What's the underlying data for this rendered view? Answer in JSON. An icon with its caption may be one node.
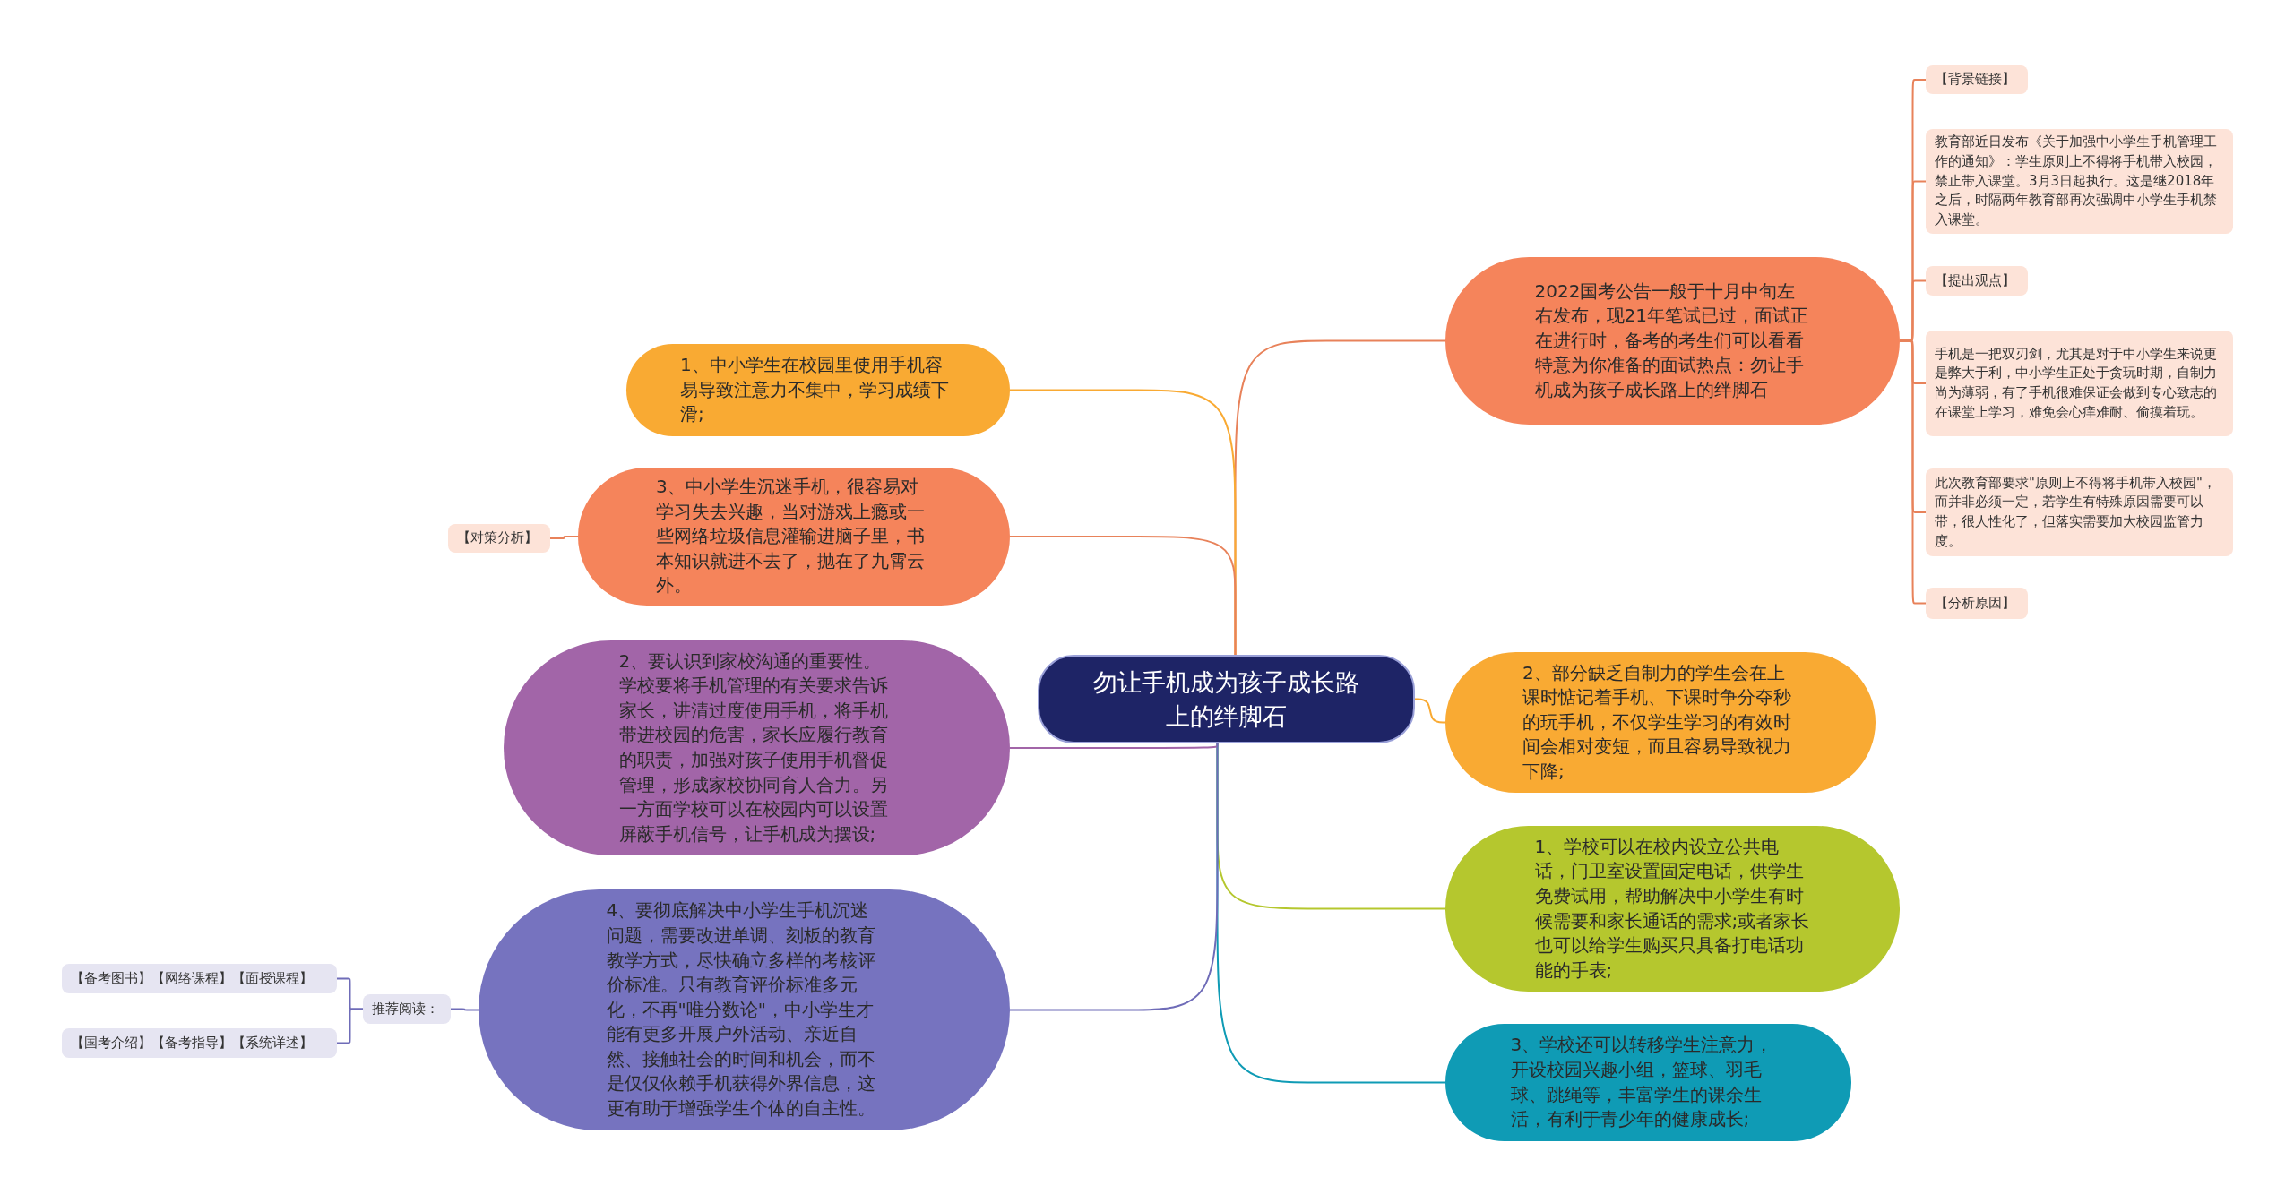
{
  "diagram": {
    "nodes": [
      {
        "text": [
          "勿让手机成为孩子成长路上的绊脚石"
        ]
      },
      {
        "text": [
          "2022国考公告一般于十月中旬左右发布，现21年笔试已过，面试正在进行时，备考的考生们可以看看特意为你准备的面试热点：勿让手机成为孩子成长路上的绊脚石"
        ]
      },
      {
        "text": [
          "2、部分缺乏自制力的学生会在上课时惦记着手机、下课时争分夺秒的玩手机，不仅学生学习的有效时间会相对变短，而且容易导致视力下降;"
        ]
      },
      {
        "text": [
          "1、学校可以在校内设立公共电话，门卫室设置固定电话，供学生免费试用，帮助解决中小学生有时候需要和家长通话的需求;或者家长也可以给学生购买只具备打电话功能的手表;"
        ]
      },
      {
        "text": [
          "3、学校还可以转移学生注意力，开设校园兴趣小组，篮球、羽毛球、跳绳等，丰富学生的课余生活，有利于青少年的健康成长;"
        ]
      },
      {
        "text": [
          "1、中小学生在校园里使用手机容易导致注意力不集中，学习成绩下滑;"
        ]
      },
      {
        "text": [
          "3、中小学生沉迷手机，很容易对学习失去兴趣，当对游戏上瘾或一些网络垃圾信息灌输进脑子里，书本知识就进不去了，抛在了九霄云外。"
        ]
      },
      {
        "text": [
          "2、要认识到家校沟通的重要性。学校要将手机管理的有关要求告诉家长，讲清过度使用手机，将手机带进校园的危害，家长应履行教育的职责，加强对孩子使用手机督促管理，形成家校协同育人合力。另一方面学校可以在校园内可以设置屏蔽手机信号，让手机成为摆设;"
        ]
      },
      {
        "text": [
          "4、要彻底解决中小学生手机沉迷问题，需要改进单调、刻板的教育教学方式，尽快确立多样的考核评价标准。只有教育评价标准多元化，不再\"唯分数论\"，中小学生才能有更多开展户外活动、亲近自然、接触社会的时间和机会，而不是仅仅依赖手机获得外界信息，这更有助于增强学生个体的自主性。"
        ]
      },
      {
        "text": [
          "【背景链接】"
        ]
      },
      {
        "text": [
          "教育部近日发布《关于加强中小学生手机管理工作的通知》：学生原则上不得将手机带入校园，禁止带入课堂。3月3日起执行。这是继2018年之后，时隔两年教育部再次强调中小学生手机禁入课堂。"
        ]
      },
      {
        "text": [
          "【提出观点】"
        ]
      },
      {
        "text": [
          "手机是一把双刃剑，尤其是对于中小学生来说更是弊大于利，中小学生正处于贪玩时期，自制力尚为薄弱，有了手机很难保证会做到专心致志的在课堂上学习，难免会心痒难耐、偷摸着玩。"
        ]
      },
      {
        "text": [
          "此次教育部要求\"原则上不得将手机带入校园\"，而并非必须一定，若学生有特殊原因需要可以带，很人性化了，但落实需要加大校园监管力度。"
        ]
      },
      {
        "text": [
          "【分析原因】"
        ]
      },
      {
        "text": [
          "【对策分析】"
        ]
      },
      {
        "text": [
          "推荐阅读："
        ]
      },
      {
        "text": [
          "【备考图书】【网络课程】【面授课程】"
        ]
      },
      {
        "text": [
          "【国考介绍】【备考指导】【系统详述】"
        ]
      }
    ],
    "edges": [
      {
        "from": 0,
        "to": 1,
        "arrow": "none"
      },
      {
        "from": 0,
        "to": 2,
        "arrow": "none",
        "color": "#f9aa33"
      },
      {
        "from": 0,
        "to": 3,
        "arrow": "none",
        "color": "#b5c72e"
      },
      {
        "from": 0,
        "to": 4,
        "arrow": "none",
        "color": "#0f9bb5"
      },
      {
        "from": 0,
        "to": 5,
        "arrow": "none",
        "color": "#f9aa33"
      },
      {
        "from": 0,
        "to": 6,
        "arrow": "none"
      },
      {
        "from": 0,
        "to": 7,
        "arrow": "none",
        "color": "#a265a8"
      },
      {
        "from": 0,
        "to": 8,
        "arrow": "none",
        "color": "#6f6cb8"
      },
      {
        "from": 1,
        "to": 9,
        "arrow": "none"
      },
      {
        "from": 1,
        "to": 10,
        "arrow": "none"
      },
      {
        "from": 1,
        "to": 11,
        "arrow": "none"
      },
      {
        "from": 1,
        "to": 12,
        "arrow": "none"
      },
      {
        "from": 1,
        "to": 13,
        "arrow": "none"
      },
      {
        "from": 1,
        "to": 14,
        "arrow": "none"
      },
      {
        "from": 6,
        "to": 15,
        "arrow": "none"
      },
      {
        "from": 8,
        "to": 16,
        "arrow": "none",
        "color": "#6f6cb8"
      },
      {
        "from": 16,
        "to": 17,
        "arrow": "none",
        "color": "#6f6cb8"
      },
      {
        "from": 16,
        "to": 18,
        "arrow": "none",
        "color": "#6f6cb8"
      }
    ]
  }
}
